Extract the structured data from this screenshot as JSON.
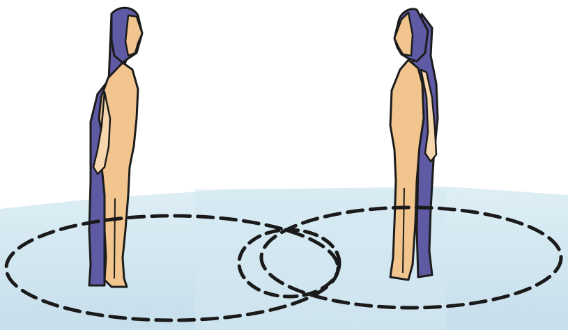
{
  "colors": {
    "background": "#ffffff",
    "floor": "#c9e2ee",
    "skin": "#f2c58e",
    "skin_highlight": "#f7d8ae",
    "shadow": "#5f5aa4",
    "outline": "#1c1c1c",
    "dashed_circle": "#1a1a1a"
  },
  "scene": {
    "figures": [
      {
        "name": "left-figure",
        "facing": "right"
      },
      {
        "name": "right-figure",
        "facing": "left"
      }
    ],
    "personal_space_circles": 2,
    "circles_overlap": true
  }
}
